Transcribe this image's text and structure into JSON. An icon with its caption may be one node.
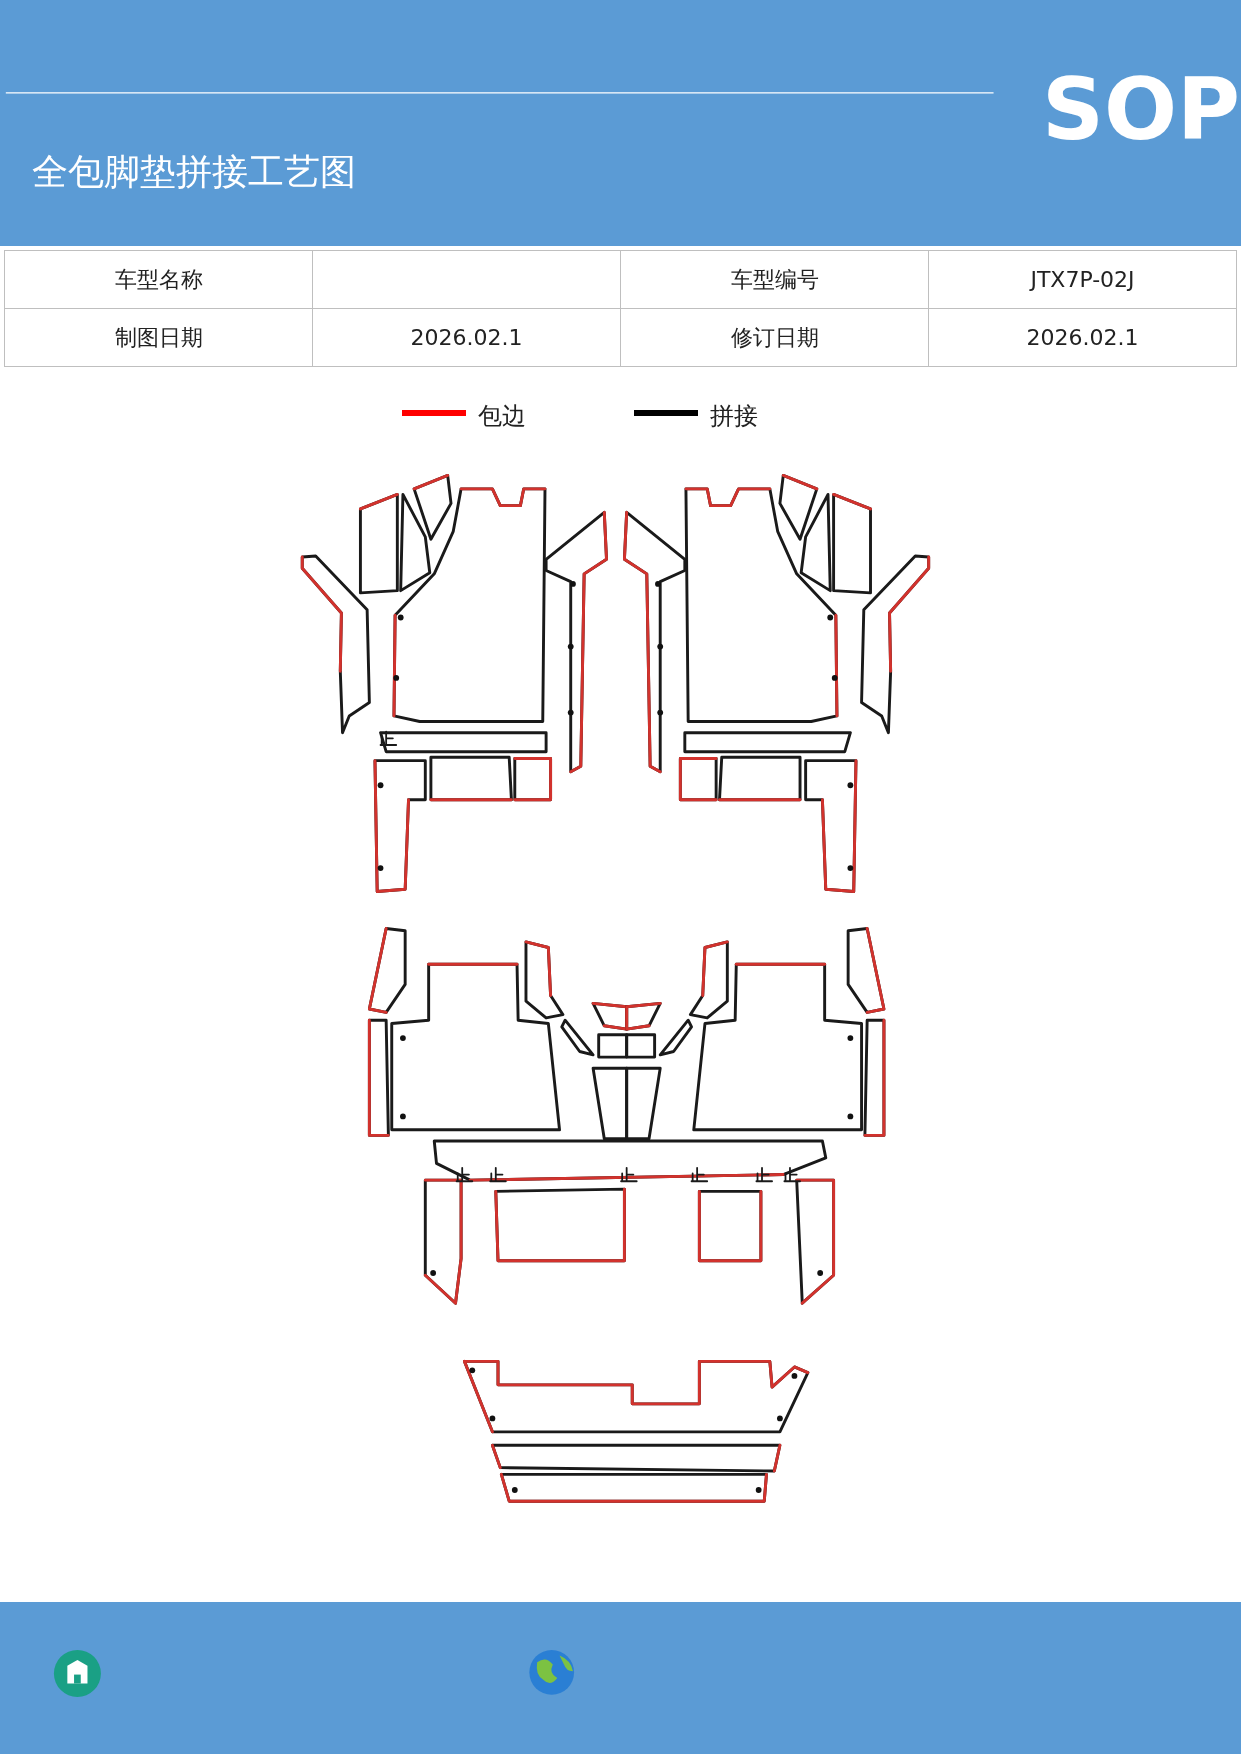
{
  "diagram": {
    "title": "全包脚垫拼接工艺图",
    "labels": [
      "SOP",
      "车型名称",
      "车型编号",
      "JTX7P-02J",
      "制图日期",
      "2026.02.1",
      "修订日期",
      "2026.02.1"
    ],
    "legend": [
      {
        "text": "包边"
      },
      {
        "text": "拼接"
      }
    ]
  }
}
